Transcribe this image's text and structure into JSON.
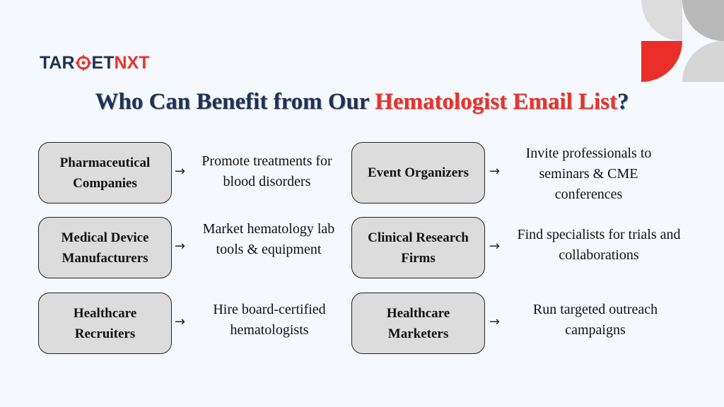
{
  "logo": {
    "part1": "TAR",
    "part2": "ET",
    "part3": "NXT"
  },
  "title": {
    "prefix": "Who Can Benefit from Our ",
    "highlight": "Hematologist Email List",
    "suffix": "?"
  },
  "items": [
    {
      "box": "Pharmaceutical Companies",
      "desc": "Promote treatments for blood disorders"
    },
    {
      "box": "Event Organizers",
      "desc": "Invite professionals to seminars & CME conferences"
    },
    {
      "box": "Medical Device Manufacturers",
      "desc": "Market hematology lab tools & equipment"
    },
    {
      "box": "Clinical Research Firms",
      "desc": "Find specialists for trials and collaborations"
    },
    {
      "box": "Healthcare Recruiters",
      "desc": "Hire board-certified hematologists"
    },
    {
      "box": "Healthcare Marketers",
      "desc": "Run targeted outreach campaigns"
    }
  ],
  "arrow_glyph": "→",
  "colors": {
    "brand_dark": "#1f3155",
    "brand_red": "#e8322c",
    "box_fill": "#dcdcdc",
    "background": "#f5f8fd"
  }
}
